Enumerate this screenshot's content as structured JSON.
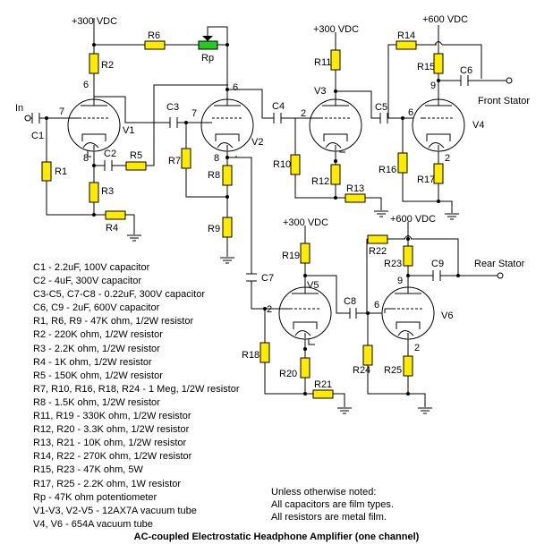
{
  "title": "AC-coupled Electrostatic Headphone Amplifier (one channel)",
  "supplies": {
    "v300": "+300 VDC",
    "v600": "+600 VDC"
  },
  "signals": {
    "input": "In",
    "front": "Front Stator",
    "rear": "Rear Stator"
  },
  "labels": {
    "C1": "C1",
    "C2": "C2",
    "C3": "C3",
    "C4": "C4",
    "C5": "C5",
    "C6": "C6",
    "C7": "C7",
    "C8": "C8",
    "C9": "C9",
    "R1": "R1",
    "R2": "R2",
    "R3": "R3",
    "R4": "R4",
    "R5": "R5",
    "R6": "R6",
    "R7": "R7",
    "R8": "R8",
    "R9": "R9",
    "R10": "R10",
    "R11": "R11",
    "R12": "R12",
    "R13": "R13",
    "R14": "R14",
    "R15": "R15",
    "R16": "R16",
    "R17": "R17",
    "R18": "R18",
    "R19": "R19",
    "R20": "R20",
    "R21": "R21",
    "R22": "R22",
    "R23": "R23",
    "R24": "R24",
    "R25": "R25",
    "Rp": "Rp",
    "V1": "V1",
    "V2": "V2",
    "V3": "V3",
    "V4": "V4",
    "V5": "V5",
    "V6": "V6"
  },
  "pins": {
    "p2": "2",
    "p6": "6",
    "p7": "7",
    "p8": "8",
    "p9": "9"
  },
  "legend": [
    "C1  -  2.2uF, 100V capacitor",
    "C2  -  4uF, 300V capacitor",
    "C3-C5, C7-C8  -  0.22uF, 300V capacitor",
    "C6, C9  -  2uF, 600V capacitor",
    "R1, R6, R9  -  47K ohm, 1/2W resistor",
    "R2  -  220K ohm, 1/2W resistor",
    "R3  -  2.2K ohm, 1/2W resistor",
    "R4  -  1K ohm, 1/2W resistor",
    "R5  -  150K ohm, 1/2W resistor",
    "R7, R10, R16, R18, R24  -  1 Meg, 1/2W resistor",
    "R8  -  1.5K ohm, 1/2W resistor",
    "R11, R19  -  330K ohm, 1/2W resistor",
    "R12, R20  -  3.3K ohm, 1/2W resistor",
    "R13, R21  -  10K ohm, 1/2W resistor",
    "R14, R22  -  270K ohm, 1/2W resistor",
    "R15, R23  -  47K ohm, 5W",
    "R17, R25  -  2.2K ohm, 1W resistor",
    "Rp  -  47K ohm potentiometer",
    "V1-V3, V2-V5  -  12AX7A vacuum tube",
    "V4, V6  -  654A vacuum tube"
  ],
  "notes": [
    "Unless otherwise noted:",
    "All capacitors are film types.",
    "All resistors are metal film."
  ]
}
